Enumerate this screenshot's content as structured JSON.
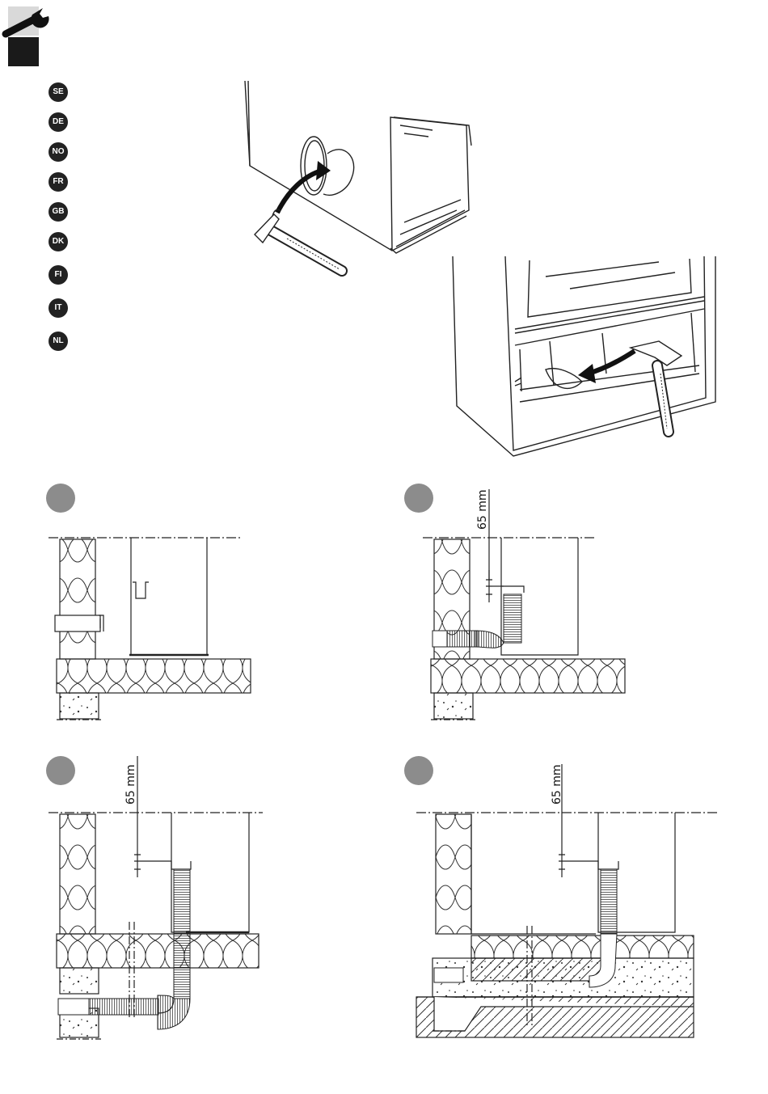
{
  "languages": [
    "SE",
    "DE",
    "NO",
    "FR",
    "GB",
    "DK",
    "FI",
    "IT",
    "NL"
  ],
  "dimension_label": "65 mm",
  "colors": {
    "ink": "#222222",
    "step_badge": "#8c8c8c",
    "header_box": "#1a1a1a",
    "header_box_light": "#d9d9d9"
  },
  "icons": {
    "header": "wrench-icon",
    "tool": "hammer-icon"
  }
}
